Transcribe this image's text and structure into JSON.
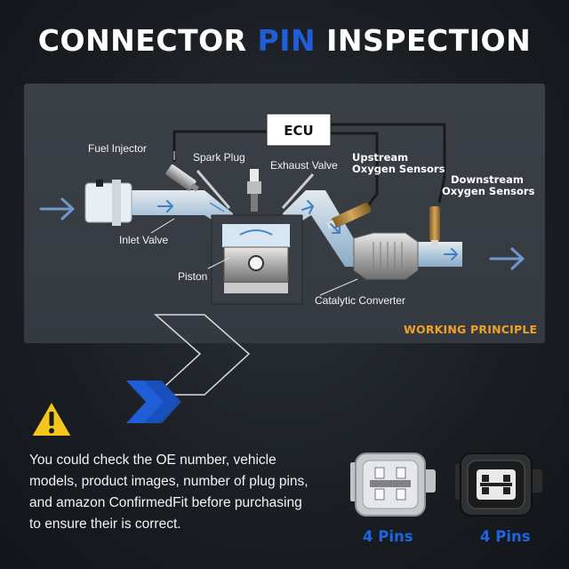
{
  "header": {
    "title_part1": "CONNECTOR ",
    "title_accent": "PIN",
    "title_part2": " INSPECTION"
  },
  "diagram": {
    "labels": {
      "ecu": "ECU",
      "fuel_injector": "Fuel Injector",
      "spark_plug": "Spark Plug",
      "exhaust_valve": "Exhaust Valve",
      "upstream_1": "Upstream",
      "upstream_2": "Oxygen Sensors",
      "downstream_1": "Downstream",
      "downstream_2": "Oxygen Sensors",
      "inlet_valve": "Inlet Valve",
      "piston": "Piston",
      "catalytic_converter": "Catalytic Converter"
    },
    "caption": "WORKING PRINCIPLE"
  },
  "notice": {
    "text": "You could check the OE number, vehicle models, product images, number of plug pins, and amazon ConfirmedFit before purchasing to ensure their is correct."
  },
  "connectors": [
    {
      "label": "4 Pins",
      "style": "light"
    },
    {
      "label": "4 Pins",
      "style": "dark"
    }
  ],
  "colors": {
    "accent_blue": "#1f5ed6",
    "caption_orange": "#f0a12a",
    "warning_yellow": "#f4c51d"
  }
}
